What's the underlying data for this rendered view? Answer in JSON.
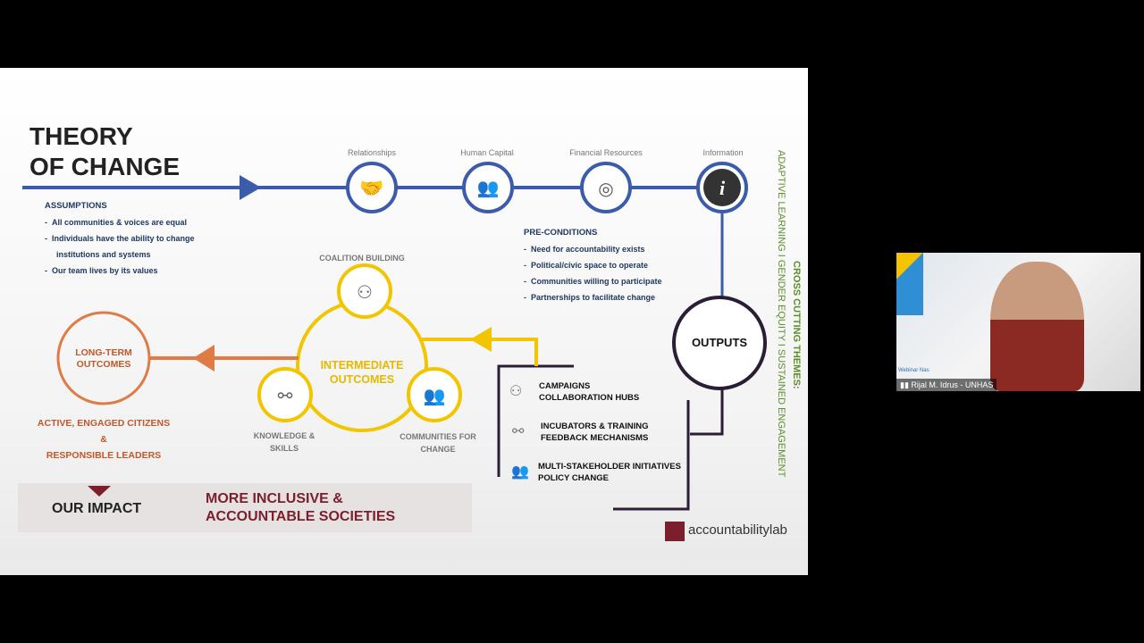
{
  "slide": {
    "title_line1": "THEORY",
    "title_line2": "OF CHANGE",
    "assumptions": {
      "heading": "ASSUMPTIONS",
      "items": [
        "All communities & voices are equal",
        "Individuals have the ability to change",
        "institutions and systems",
        "Our team lives by its values"
      ]
    },
    "resources": [
      {
        "label": "Relationships",
        "icon": "handshake-icon"
      },
      {
        "label": "Human Capital",
        "icon": "people-icon"
      },
      {
        "label": "Financial Resources",
        "icon": "coins-icon"
      },
      {
        "label": "Information",
        "icon": "info-icon"
      }
    ],
    "preconditions": {
      "heading": "PRE-CONDITIONS",
      "items": [
        "Need for accountability exists",
        "Political/civic space to operate",
        "Communities willing to participate",
        "Partnerships to facilitate change"
      ]
    },
    "coalition": "COALITION BUILDING",
    "intermediate": [
      "INTERMEDIATE",
      "OUTCOMES"
    ],
    "knowledge": [
      "KNOWLEDGE &",
      "SKILLS"
    ],
    "communities": [
      "COMMUNITIES FOR",
      "CHANGE"
    ],
    "long_term": [
      "LONG-TERM",
      "OUTCOMES"
    ],
    "citizens": [
      "ACTIVE, ENGAGED CITIZENS",
      "&",
      "RESPONSIBLE LEADERS"
    ],
    "outputs_label": "OUTPUTS",
    "outputs": [
      [
        "CAMPAIGNS",
        "COLLABORATION HUBS"
      ],
      [
        "INCUBATORS & TRAINING",
        "FEEDBACK MECHANISMS"
      ],
      [
        "MULTI-STAKEHOLDER INITIATIVES",
        "POLICY CHANGE"
      ]
    ],
    "impact_label": "OUR IMPACT",
    "impact_text": [
      "MORE INCLUSIVE &",
      "ACCOUNTABLE SOCIETIES"
    ],
    "themes_plain": "ADAPTIVE LEARNING  I  GENDER EQUITY I  SUSTAINED ENGAGEMENT",
    "themes_bold": "CROSS CUTTING THEMES:",
    "logo": "accountabilitylab",
    "colors": {
      "blue": "#3b5bab",
      "yellow": "#f2c500",
      "orange": "#e07b45",
      "maroon": "#7a1f2b",
      "green": "#5a8f2a"
    }
  },
  "video": {
    "name": "Rijal M. Idrus - UNHAS",
    "banner": "Webinar Nas"
  }
}
